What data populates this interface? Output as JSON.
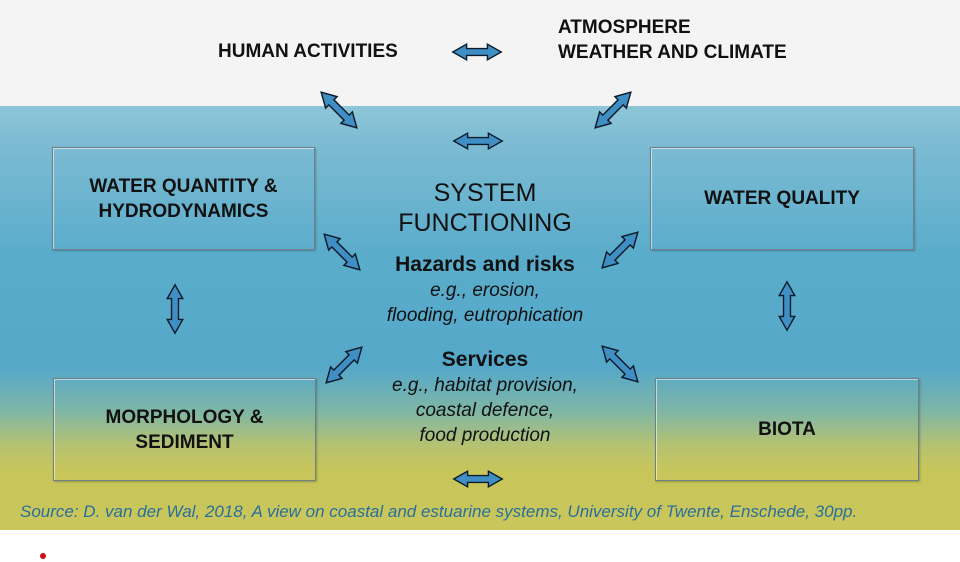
{
  "header": {
    "human_activities": "HUMAN ACTIVITIES",
    "atmosphere_line1": "ATMOSPHERE",
    "atmosphere_line2": "WEATHER AND CLIMATE"
  },
  "boxes": {
    "water_quantity_line1": "WATER QUANTITY &",
    "water_quantity_line2": "HYDRODYNAMICS",
    "water_quality": "WATER QUALITY",
    "morphology_line1": "MORPHOLOGY &",
    "morphology_line2": "SEDIMENT",
    "biota": "BIOTA"
  },
  "center": {
    "system_line1": "SYSTEM",
    "system_line2": "FUNCTIONING",
    "hazards_title": "Hazards and risks",
    "hazards_line1": "e.g., erosion,",
    "hazards_line2": "flooding, eutrophication",
    "services_title": "Services",
    "services_line1": "e.g., habitat provision,",
    "services_line2": "coastal defence,",
    "services_line3": "food production"
  },
  "source": "Source: D. van der Wal, 2018, A view on coastal and estuarine systems, University of Twente, Enschede, 30pp.",
  "colors": {
    "sky": "#f4f4f4",
    "water_top": "#8ec6d8",
    "water": "#56a8c9",
    "sediment": "#c8c65a",
    "arrow_fill": "#3f8fc4",
    "arrow_stroke": "#0d1b2a",
    "source_text": "#2a6f9a"
  }
}
